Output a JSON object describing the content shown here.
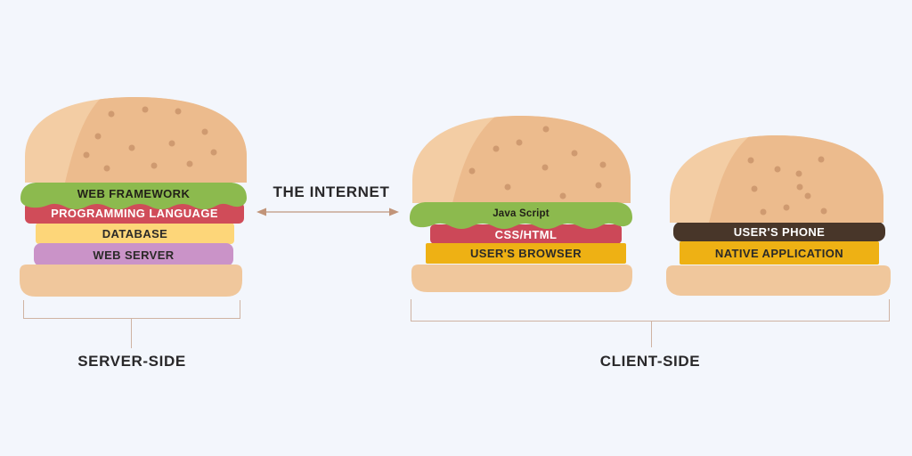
{
  "internet": {
    "label": "THE INTERNET"
  },
  "server_side": {
    "label": "SERVER-SIDE",
    "burger": {
      "lettuce_label": "WEB FRAMEWORK",
      "layers": [
        {
          "label": "PROGRAMMING LANGUAGE",
          "color": "#d04c59",
          "text_color": "#ffffff"
        },
        {
          "label": "DATABASE",
          "color": "#fdd679",
          "text_color": "#2b2a28"
        },
        {
          "label": "WEB SERVER",
          "color": "#ca93c8",
          "text_color": "#2b2a28"
        }
      ]
    }
  },
  "client_side": {
    "label": "CLIENT-SIDE",
    "browser_burger": {
      "lettuce_label": "Java Script",
      "layers": [
        {
          "label": "CSS/HTML",
          "color": "#cc4858",
          "text_color": "#ffffff"
        },
        {
          "label": "USER'S BROWSER",
          "color": "#eeb114",
          "text_color": "#2b2a28"
        }
      ]
    },
    "phone_burger": {
      "layers": [
        {
          "label": "USER'S PHONE",
          "color": "#483629",
          "text_color": "#ffffff"
        },
        {
          "label": "NATIVE APPLICATION",
          "color": "#eeb214",
          "text_color": "#2b2a28"
        }
      ]
    }
  },
  "colors": {
    "background": "#f3f6fc",
    "bun_light": "#f3cda4",
    "bun_dark": "#ecbb8d",
    "bun_bottom": "#f0c79c",
    "sesame_seed": "#cf9a70",
    "lettuce_green": "#8cba4e",
    "arrow_tan": "#c8a793",
    "bracket_tan": "#cfb3a3",
    "text_dark": "#2b2a28"
  }
}
